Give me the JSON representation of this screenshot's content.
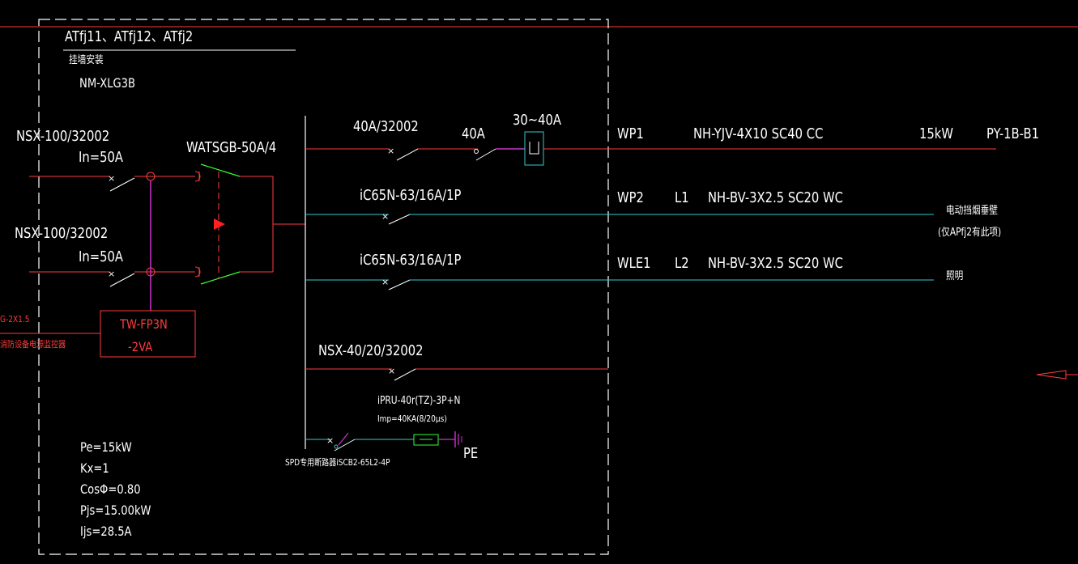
{
  "panel": {
    "title": "ATfj11、ATfj12、ATfj2",
    "install": "挂墙安装",
    "model": "NM-XLG3B"
  },
  "incoming": {
    "breaker1": "NSX-100/32002",
    "breaker1_rating": "In=50A",
    "breaker2": "NSX-100/32002",
    "breaker2_rating": "In=50A",
    "ats": "WATSGB-50A/4",
    "monitor_box_line1": "TW-FP3N",
    "monitor_box_line2": "-2VA",
    "left_cable": "G-2X1.5",
    "left_note": "消防设备电源监控器"
  },
  "circuits": [
    {
      "breaker": "40A/32002",
      "extra1": "40A",
      "extra2": "30~40A",
      "id": "WP1",
      "phase": "",
      "cable": "NH-YJV-4X10  SC40  CC",
      "power": "15kW",
      "dest": "PY-1B-B1"
    },
    {
      "breaker": "iC65N-63/16A/1P",
      "id": "WP2",
      "phase": "L1",
      "cable": "NH-BV-3X2.5  SC20  WC",
      "dest": "电动挡烟垂壁",
      "dest2": "(仅APfj2有此项)"
    },
    {
      "breaker": "iC65N-63/16A/1P",
      "id": "WLE1",
      "phase": "L2",
      "cable": "NH-BV-3X2.5  SC20  WC",
      "dest": "照明"
    },
    {
      "breaker": "NSX-40/20/32002"
    }
  ],
  "spd": {
    "label1": "iPRU-40r(TZ)-3P+N",
    "label2": "Imp=40KA(8/20μs)",
    "breaker": "SPD专用断路器iSCB2-65L2-4P",
    "pe": "PE"
  },
  "calc": {
    "pe": "Pe=15kW",
    "kx": "Kx=1",
    "cos": "CosΦ=0.80",
    "pjs": "Pjs=15.00kW",
    "ijs": "Ijs=28.5A"
  },
  "colors": {
    "background": "#000000",
    "red": "#ff3c3c",
    "cyan": "#33cccc",
    "green": "#33ff33",
    "magenta": "#cc33cc",
    "white": "#ffffff"
  }
}
